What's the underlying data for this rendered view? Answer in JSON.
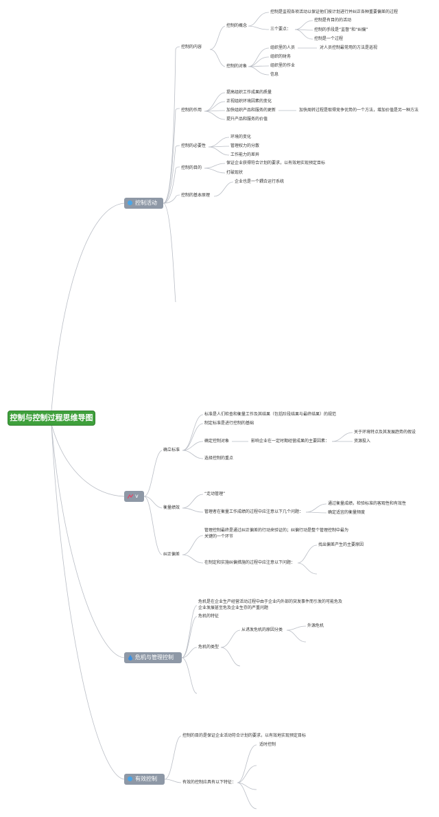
{
  "root": "控制与控制过程思维导图",
  "branches": {
    "control_activity": {
      "label": "控制活动",
      "content": "控制的内容",
      "concept": "控制的概念",
      "concept_def": "控制是监视各项活动以保证他们按计划进行并纠正各种重要偏差的过程",
      "three_points": "三个要点：",
      "point1": "控制是有目的的活动",
      "point2": "控制的手段是“监督”和“纠偏”",
      "point3": "控制是一个过程",
      "objects": "控制的对象",
      "obj1": "组织里的人员",
      "obj1_note": "对人员控制最常用的方法是巡视",
      "obj2": "组织的财务",
      "obj3": "组织里的作业",
      "obj4": "信息",
      "role": "控制的作用",
      "role1": "提高组织工作成果的质量",
      "role2": "正视组织环境因素的变化",
      "role3": "加快组织产品和服务的更新",
      "role3_note": "加快周转过程是取得竞争优势的一个方法，增加价值是另一种方法",
      "role4": "提升产品和服务的价值",
      "necessity": "控制的必要性",
      "nec1": "环境的变化",
      "nec2": "管理权力的分散",
      "nec3": "工作能力的差异",
      "goal": "控制的目的",
      "goal1": "保证企业获得符合计划的要求，以有效地实现预定目标",
      "goal2": "打破现状",
      "principle": "控制的基本原理",
      "principle1": "企业也是一个耦合运行系统"
    },
    "v": {
      "label": "v",
      "establish": "确立标准",
      "est1": "标准是人们检查和衡量工作及其结果（包括阶段结果与最终结果）的规范",
      "est2": "制定标准是进行控制的基础",
      "est3": "确定控制对象",
      "est3_factor": "影响企业在一定时期经营成果的主要因素：",
      "est3_f1": "关于环境特点及其发展趋势的假设",
      "est3_f2": "资源投入",
      "est4": "选择控制的重点",
      "measure": "衡量绩效",
      "m1": "“走动管理”",
      "m2": "管理者在衡量工作成绩的过程中应注意以下几个问题：",
      "m2a": "通过衡量成绩，检验标准的客观性和有效性",
      "m2b": "确定适宜的衡量频度",
      "correct": "纠正偏差",
      "c1a": "管理控制最终是通过纠正偏差的行动来验证的；纠偏行动是整个管理控制中最为",
      "c1b": "关键的一个环节",
      "c2": "在制定和实施纠偏措施的过程中应注意以下问题：",
      "c2a": "找出偏差产生的主要原因"
    },
    "crisis": {
      "label": "危机与管理控制",
      "def_a": "危机是在企业生产经营活动过程中由于企业内外部的突发事件而引发的可能危及",
      "def_b": "企业发展甚至危及企业生存的严重问题",
      "features": "危机的特征",
      "types": "危机的类型",
      "by_cause": "从诱发危机的原因分类",
      "external": "外源危机"
    },
    "effective": {
      "label": "有效控制",
      "goal": "控制的目的是保证企业活动符合计划的要求，以有效地实现预定目标",
      "features": "有效的控制应具有以下特征：",
      "timely": "适时控制"
    }
  },
  "colors": {
    "root": "#3fa03c",
    "main": "#8e98a6",
    "line": "#b8bcc4"
  }
}
